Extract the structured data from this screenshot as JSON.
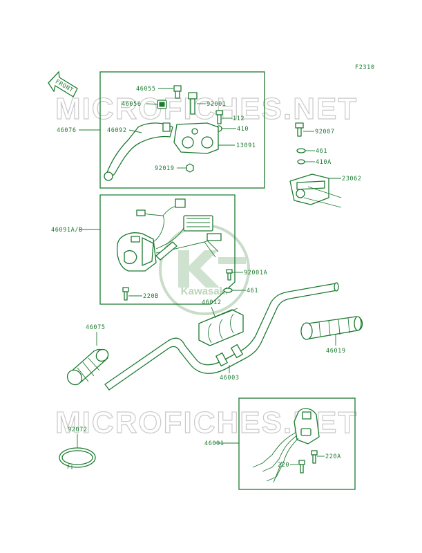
{
  "diagram_code": "F2310",
  "front_label": "FRONT",
  "watermark": "MICROFICHES.NET",
  "logo_text": "Kawasaki",
  "colors": {
    "line": "#1a7a2e",
    "watermark": "#c9c9c9",
    "background": "#ffffff"
  },
  "parts": {
    "p46055": "46055",
    "p46056": "46056",
    "p46076": "46076",
    "p46092": "46092",
    "p92001": "92001",
    "p112": "112",
    "p410": "410",
    "p13091": "13091",
    "p92019": "92019",
    "p92007": "92007",
    "p461_top": "461",
    "p410A": "410A",
    "p23062": "23062",
    "p46091AB": "46091A/B",
    "p92001A": "92001A",
    "p461_mid": "461",
    "p220B": "220B",
    "p46012": "46012",
    "p46075": "46075",
    "p46019": "46019",
    "p46003": "46003",
    "p92072": "92072",
    "p46091": "46091",
    "p220": "220",
    "p220A": "220A"
  }
}
